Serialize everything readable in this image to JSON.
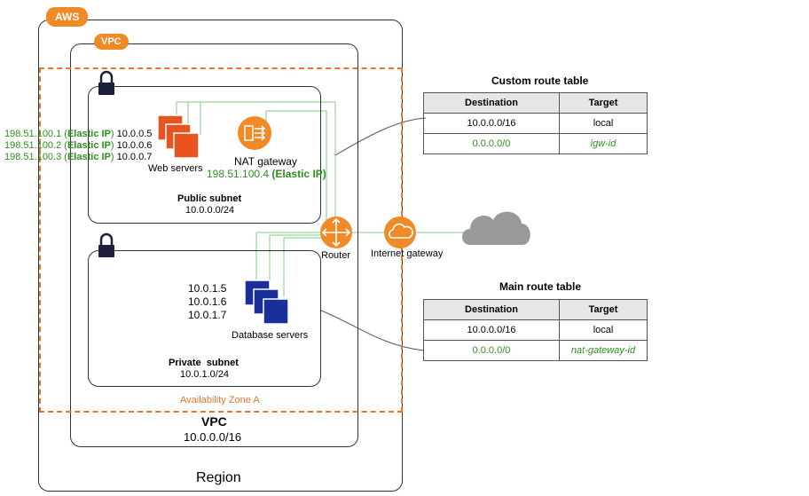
{
  "badges": {
    "aws": "AWS",
    "vpc": "VPC"
  },
  "region": {
    "label": "Region"
  },
  "vpc": {
    "title": "VPC",
    "cidr": "10.0.0.0/16"
  },
  "availability_zone": {
    "label": "Availability Zone A"
  },
  "public_subnet": {
    "title": "Public subnet",
    "cidr": "10.0.0.0/24"
  },
  "private_subnet": {
    "title": "Private  subnet",
    "cidr": "10.0.1.0/24"
  },
  "web_servers": {
    "label": "Web servers",
    "entries": [
      {
        "public_ip": "198.51.100.1",
        "eip": "Elastic IP",
        "private_ip": "10.0.0.5"
      },
      {
        "public_ip": "198.51.100.2",
        "eip": "Elastic IP",
        "private_ip": "10.0.0.6"
      },
      {
        "public_ip": "198.51.100.3",
        "eip": "Elastic IP",
        "private_ip": "10.0.0.7"
      }
    ]
  },
  "nat_gateway": {
    "label": "NAT gateway",
    "ip": "198.51.100.4",
    "eip": "(Elastic IP)"
  },
  "database_servers": {
    "label": "Database servers",
    "ips": [
      "10.0.1.5",
      "10.0.1.6",
      "10.0.1.7"
    ]
  },
  "router": {
    "label": "Router"
  },
  "internet_gateway": {
    "label": "Internet gateway"
  },
  "custom_route_table": {
    "title": "Custom route table",
    "headers": [
      "Destination",
      "Target"
    ],
    "rows": [
      [
        "10.0.0.0/16",
        "local"
      ],
      [
        "0.0.0.0/0",
        "igw-id"
      ]
    ]
  },
  "main_route_table": {
    "title": "Main route table",
    "headers": [
      "Destination",
      "Target"
    ],
    "rows": [
      [
        "10.0.0.0/16",
        "local"
      ],
      [
        "0.0.0.0/0",
        "nat-gateway-id"
      ]
    ]
  },
  "colors": {
    "aws_orange": "#f08a26",
    "az_dash": "#e8752f",
    "db_blue": "#1a2f99",
    "web_orange": "#e8531f",
    "eip_green": "#2f8f1f",
    "cloud_gray": "#999999"
  }
}
